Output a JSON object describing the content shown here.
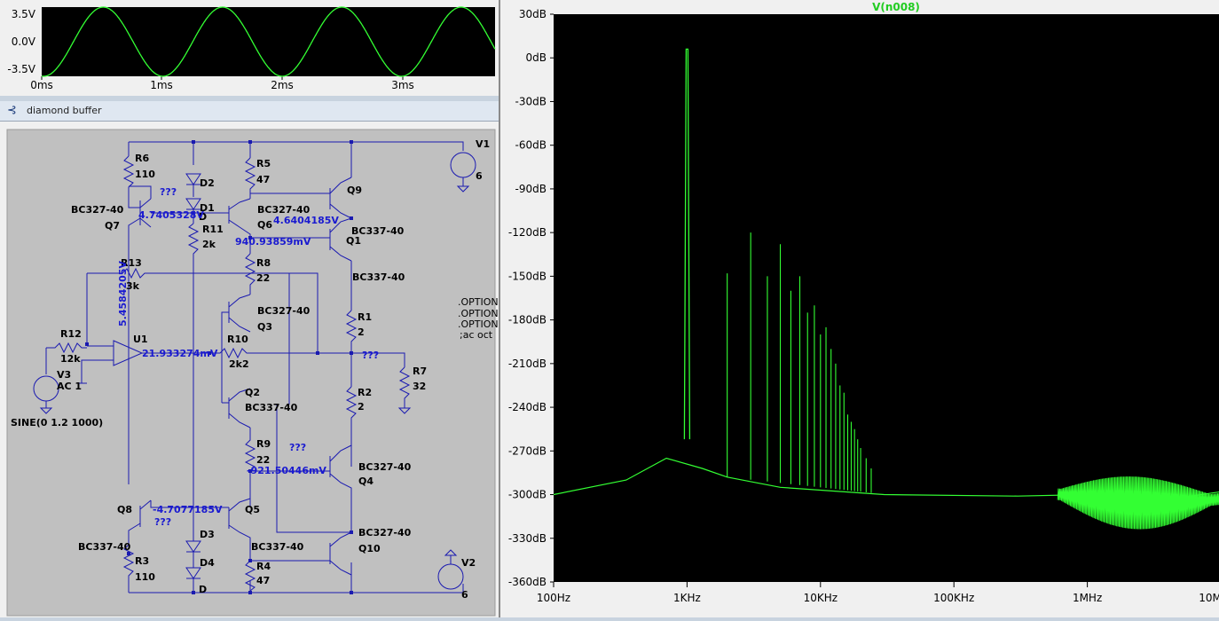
{
  "waveform": {
    "y_ticks": [
      "3.5V",
      "0.0V",
      "-3.5V"
    ],
    "x_ticks": [
      "0ms",
      "1ms",
      "2ms",
      "3ms"
    ]
  },
  "schematic": {
    "title": "diamond buffer",
    "parts": [
      {
        "id": "R6",
        "label": "R6",
        "value": "110"
      },
      {
        "id": "D2",
        "label": "D2"
      },
      {
        "id": "D1",
        "label": "D1"
      },
      {
        "id": "R5",
        "label": "R5",
        "value": "47"
      },
      {
        "id": "Q9",
        "label": "Q9"
      },
      {
        "id": "V1",
        "label": "V1",
        "value": "6"
      },
      {
        "id": "Q7",
        "label": "Q7",
        "model": "BC327-40"
      },
      {
        "id": "Q6",
        "label": "Q6",
        "model": "BC327-40"
      },
      {
        "id": "R11",
        "label": "R11",
        "value": "2k"
      },
      {
        "id": "Q1",
        "label": "Q1",
        "model": "BC337-40"
      },
      {
        "id": "Q9model",
        "model": "BC337-40"
      },
      {
        "id": "R13",
        "label": "R13",
        "value": "3k"
      },
      {
        "id": "R8",
        "label": "R8",
        "value": "22"
      },
      {
        "id": "Q3",
        "label": "Q3",
        "model": "BC327-40"
      },
      {
        "id": "R1",
        "label": "R1",
        "value": "2"
      },
      {
        "id": "R12",
        "label": "R12",
        "value": "12k"
      },
      {
        "id": "U1",
        "label": "U1"
      },
      {
        "id": "R10",
        "label": "R10",
        "value": "2k2"
      },
      {
        "id": "R7",
        "label": "R7",
        "value": "32"
      },
      {
        "id": "V3",
        "label": "V3",
        "value": "AC 1"
      },
      {
        "id": "Q2",
        "label": "Q2",
        "model": "BC337-40"
      },
      {
        "id": "R2",
        "label": "R2",
        "value": "2"
      },
      {
        "id": "R9",
        "label": "R9",
        "value": "22"
      },
      {
        "id": "Q4",
        "label": "Q4",
        "model": "BC327-40"
      },
      {
        "id": "Q8",
        "label": "Q8",
        "model": "BC337-40"
      },
      {
        "id": "Q5",
        "label": "Q5",
        "model": "BC337-40"
      },
      {
        "id": "D3",
        "label": "D3"
      },
      {
        "id": "Q10",
        "label": "Q10",
        "model": "BC327-40"
      },
      {
        "id": "D4",
        "label": "D4"
      },
      {
        "id": "R4",
        "label": "R4",
        "value": "47"
      },
      {
        "id": "R3",
        "label": "R3",
        "value": "110"
      },
      {
        "id": "V2",
        "label": "V2",
        "value": "6"
      }
    ],
    "source_spec": "SINE(0 1.2 1000)",
    "diode_model": "D",
    "unknown_marker": "???",
    "node_voltages": {
      "q7_emitter": "4.7405328V",
      "q1_base": "4.6404185V",
      "q6_collector": "940.93859mV",
      "r13_node": "5.4584205V",
      "u1_output": "21.933274mV",
      "q4_base": "-921.50446mV",
      "q5_base": "-4.7077185V"
    },
    "directives": [
      ".OPTION",
      ".OPTION",
      ".OPTION",
      ";ac oct"
    ]
  },
  "spectrum": {
    "title": "V(n008)",
    "y_ticks": [
      "30dB",
      "0dB",
      "-30dB",
      "-60dB",
      "-90dB",
      "-120dB",
      "-150dB",
      "-180dB",
      "-210dB",
      "-240dB",
      "-270dB",
      "-300dB",
      "-330dB",
      "-360dB"
    ],
    "x_ticks": [
      "100Hz",
      "1KHz",
      "10KHz",
      "100KHz",
      "1MHz",
      "10M"
    ],
    "trace_color": "#33ff33"
  },
  "chart_data": [
    {
      "type": "line",
      "title": "",
      "xlabel": "",
      "ylabel": "",
      "xlim": [
        0,
        3.8
      ],
      "ylim": [
        -3.5,
        3.5
      ],
      "series": [
        {
          "function": "sine",
          "amplitude": 3.5,
          "frequency_khz": 1,
          "phase": "negative-start"
        }
      ],
      "grid": false
    },
    {
      "type": "line",
      "title": "V(n008)",
      "xscale": "log",
      "xlim": [
        100,
        10000000
      ],
      "ylim": [
        -360,
        30
      ],
      "fundamental": {
        "x": 1000,
        "y": 6
      },
      "harmonics": [
        {
          "x": 2000,
          "y": -148
        },
        {
          "x": 3000,
          "y": -120
        },
        {
          "x": 4000,
          "y": -150
        },
        {
          "x": 5000,
          "y": -128
        },
        {
          "x": 6000,
          "y": -160
        },
        {
          "x": 7000,
          "y": -150
        },
        {
          "x": 8000,
          "y": -175
        },
        {
          "x": 9000,
          "y": -170
        },
        {
          "x": 10000,
          "y": -190
        },
        {
          "x": 11000,
          "y": -185
        },
        {
          "x": 12000,
          "y": -200
        },
        {
          "x": 13000,
          "y": -210
        },
        {
          "x": 14000,
          "y": -225
        },
        {
          "x": 15000,
          "y": -230
        },
        {
          "x": 16000,
          "y": -245
        },
        {
          "x": 17000,
          "y": -250
        },
        {
          "x": 18000,
          "y": -255
        },
        {
          "x": 19000,
          "y": -262
        },
        {
          "x": 20000,
          "y": -268
        },
        {
          "x": 22000,
          "y": -275
        },
        {
          "x": 24000,
          "y": -282
        }
      ],
      "noise_floor": [
        {
          "x": 100,
          "y": -300
        },
        {
          "x": 350,
          "y": -290
        },
        {
          "x": 700,
          "y": -275
        },
        {
          "x": 1300,
          "y": -282
        },
        {
          "x": 2000,
          "y": -288
        },
        {
          "x": 5000,
          "y": -295
        },
        {
          "x": 30000,
          "y": -300
        },
        {
          "x": 300000,
          "y": -301
        },
        {
          "x": 1000000,
          "y": -300
        },
        {
          "x": 3000000,
          "y": -305
        },
        {
          "x": 10000000,
          "y": -298
        }
      ],
      "grid": false
    }
  ]
}
